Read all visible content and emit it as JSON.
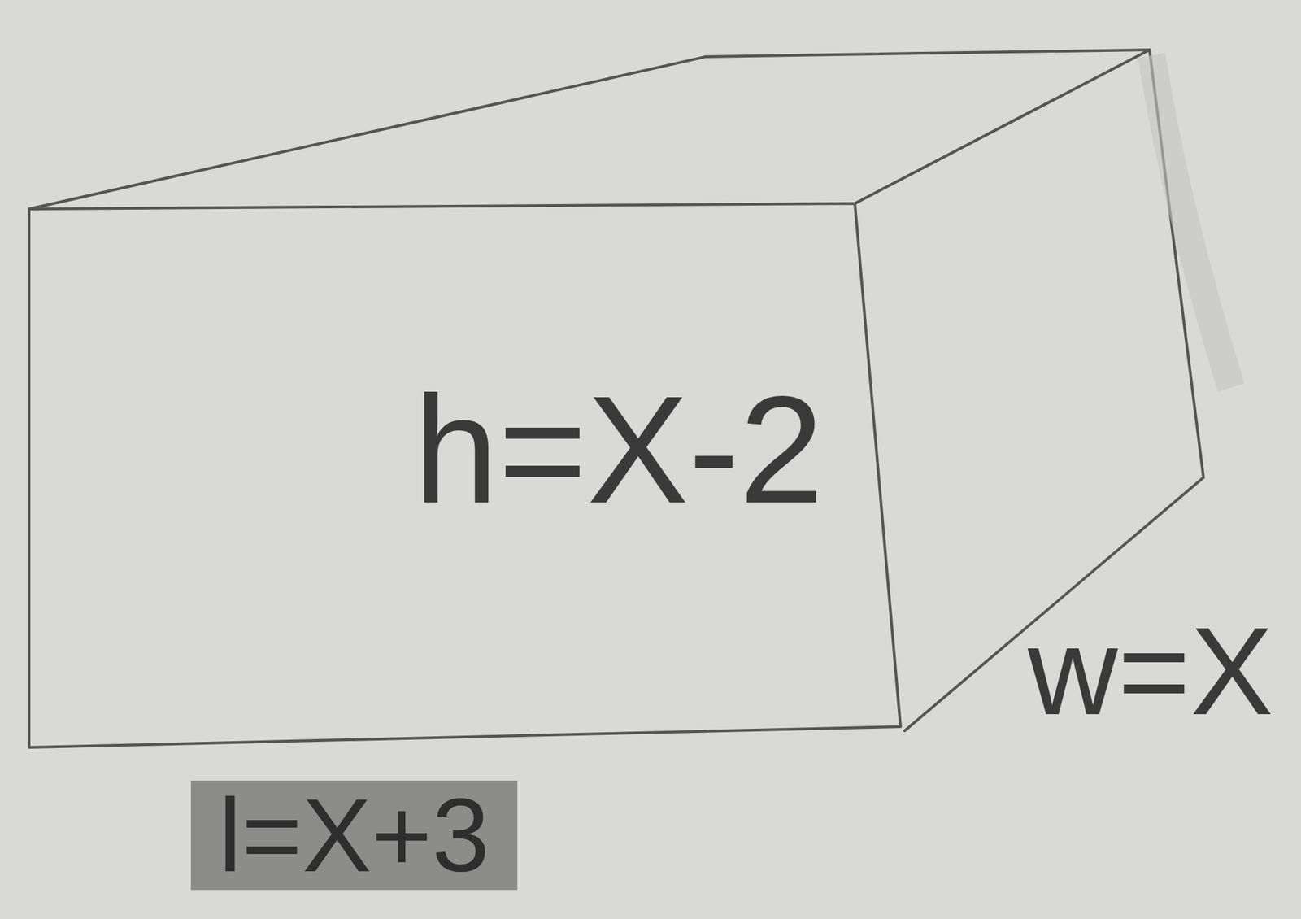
{
  "diagram": {
    "labels": [
      "h=X-2",
      "w=X",
      "l=X+3"
    ]
  }
}
